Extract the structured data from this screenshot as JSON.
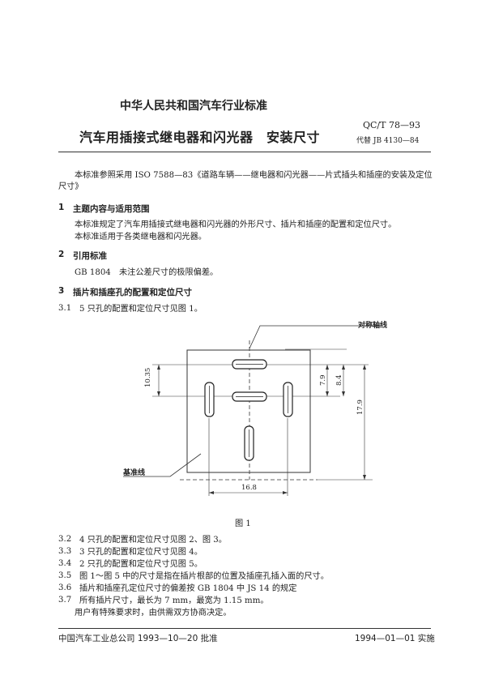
{
  "header": {
    "org_title": "中华人民共和国汽车行业标准",
    "doc_title": "汽车用插接式继电器和闪光器　安装尺寸",
    "std_code": "QC/T 78—93",
    "replaces": "代替 JB 4130—84"
  },
  "intro": {
    "line1": "本标准参照采用 ISO 7588—83《道路车辆——继电器和闪光器——片式插头和插座的安装及定位",
    "line2": "尺寸》"
  },
  "sections": [
    {
      "num": "1",
      "title": "主题内容与适用范围",
      "p1": "本标准规定了汽车用插接式继电器和闪光器的外形尺寸、插片和插座的配置和定位尺寸。",
      "p2": "本标准适用于各类继电器和闪光器。"
    },
    {
      "num": "2",
      "title": "引用标准",
      "p1": "GB 1804　未注公差尺寸的极限偏差。"
    },
    {
      "num": "3",
      "title": "插片和插座孔的配置和定位尺寸"
    }
  ],
  "clause_3_1": {
    "num": "3.1",
    "text": "5 只孔的配置和定位尺寸见图 1。"
  },
  "figure": {
    "caption": "图 1",
    "label_axis": "对称轴线",
    "label_base": "基准线",
    "dim_left": "10.35",
    "dim_7_9": "7.9",
    "dim_8_4": "8.4",
    "dim_17_9": "17.9",
    "dim_bottom": "16.8"
  },
  "clauses": [
    {
      "num": "3.2",
      "text": "4 只孔的配置和定位尺寸见图 2、图 3。"
    },
    {
      "num": "3.3",
      "text": "3 只孔的配置和定位尺寸见图 4。"
    },
    {
      "num": "3.4",
      "text": "2 只孔的配置和定位尺寸见图 5。"
    },
    {
      "num": "3.5",
      "text": "图 1～图 5 中的尺寸是指在插片根部的位置及插座孔插入面的尺寸。"
    },
    {
      "num": "3.6",
      "text": "插片和插座孔定位尺寸的偏差按 GB 1804 中 JS 14 的规定"
    },
    {
      "num": "3.7",
      "text": "所有插片尺寸，最长为 7 mm，最宽为 1.15 mm。"
    }
  ],
  "clause_3_7_cont": "用户有特殊要求时，由供需双方协商决定。",
  "footer": {
    "left": "中国汽车工业总公司 1993—10—20 批准",
    "right": "1994—01—01 实施"
  }
}
